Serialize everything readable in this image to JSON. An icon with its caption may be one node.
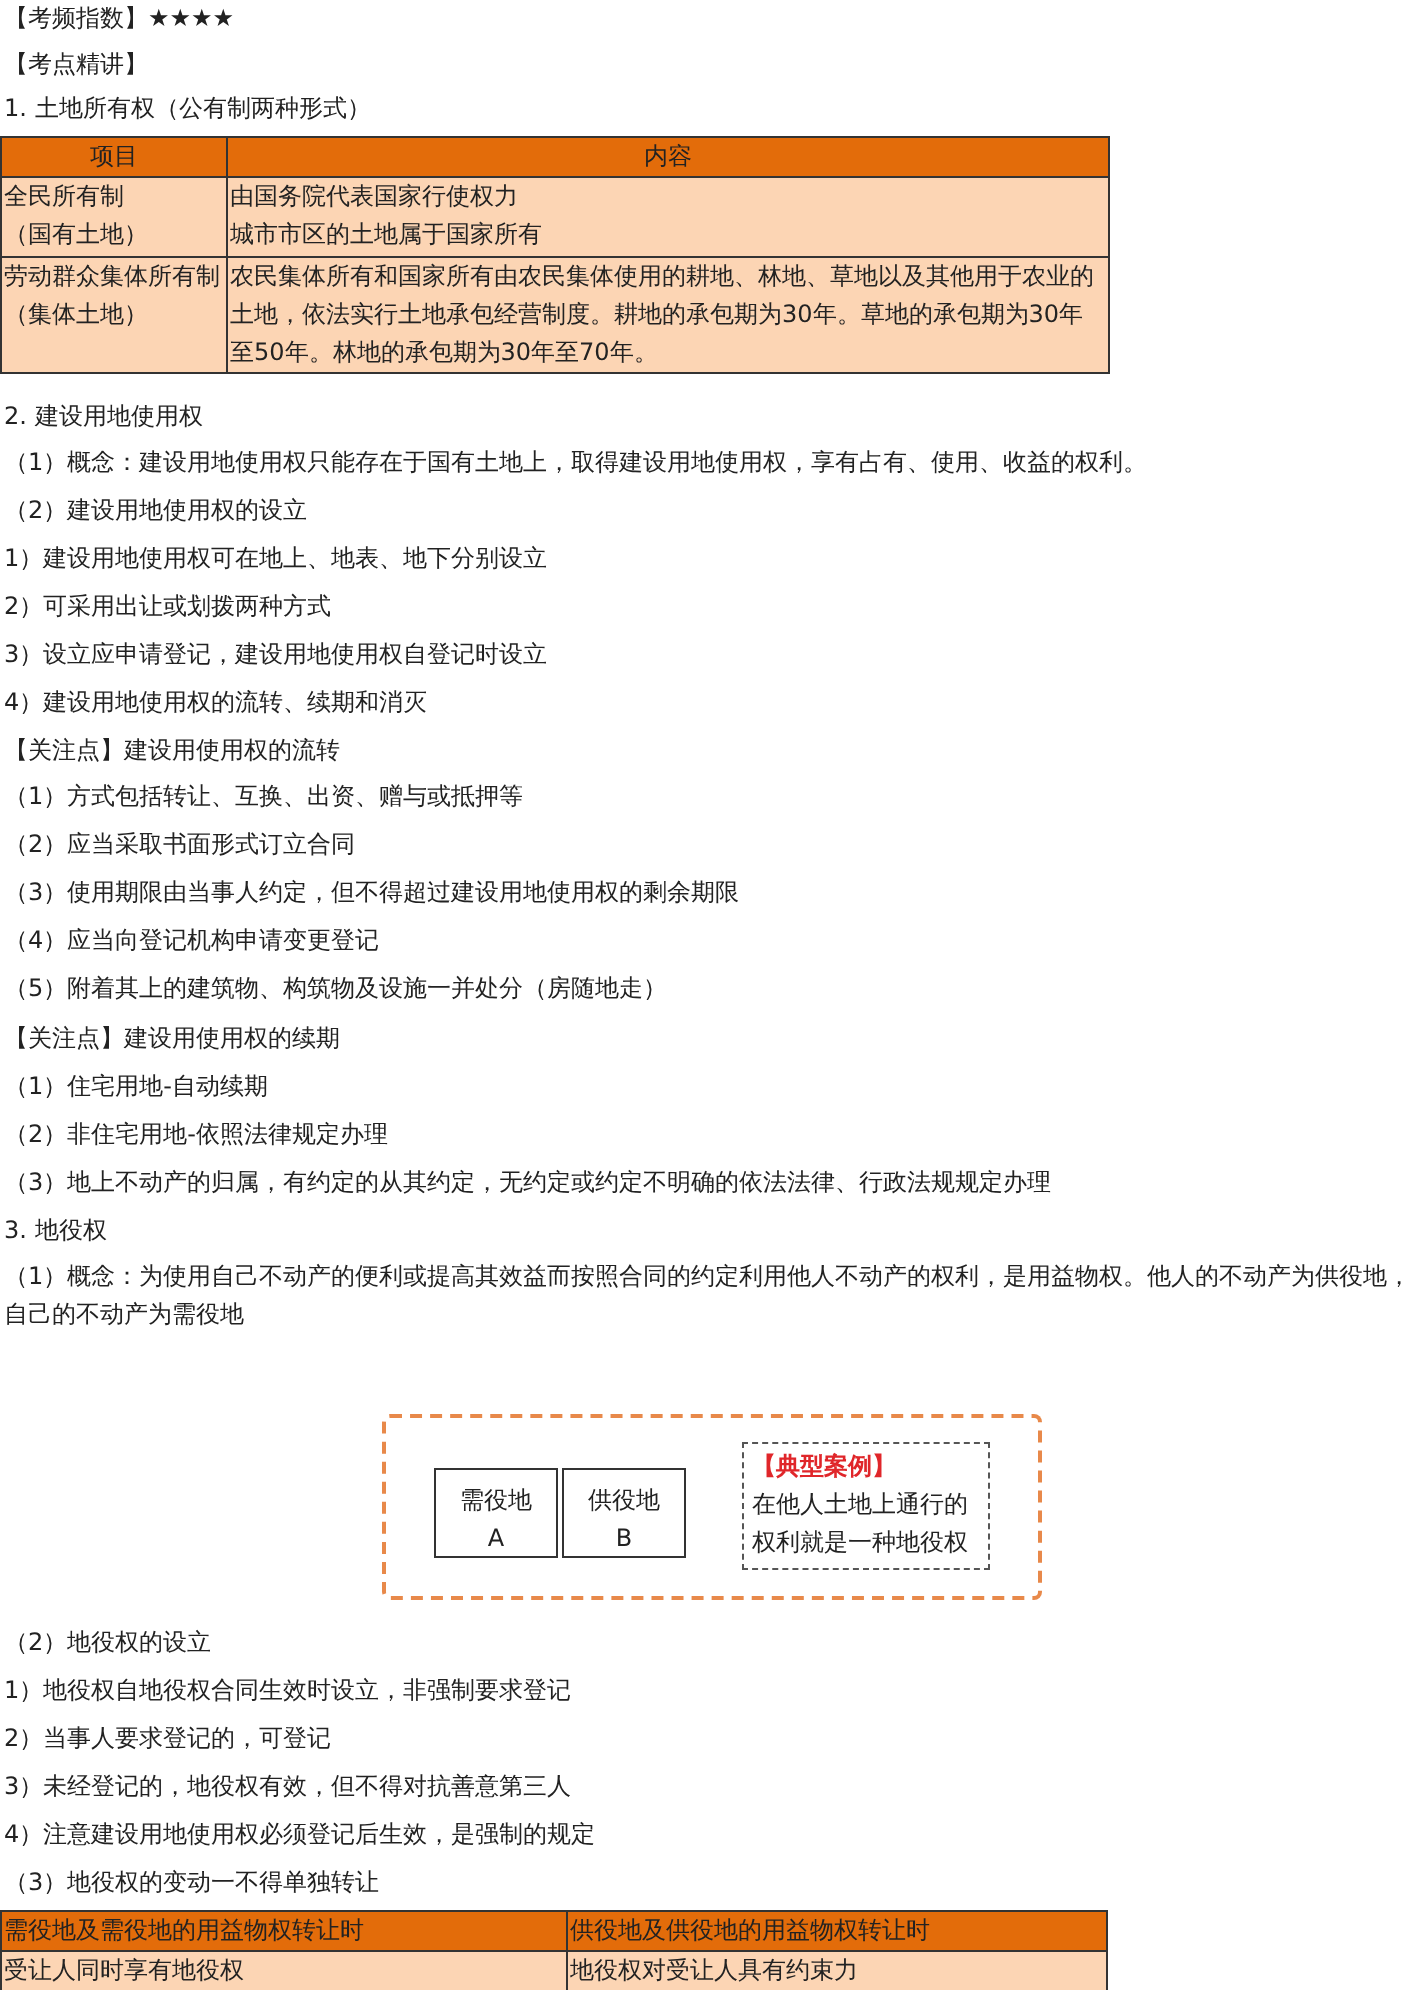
{
  "diagram": {
    "nodes": [
      {
        "text": [],
        "shape": "box"
      },
      {
        "text": [
          "需役地",
          "A"
        ],
        "in": 0
      },
      {
        "text": [
          "供役地",
          "B"
        ],
        "in": 0
      },
      {
        "text": [
          "【典型案例】",
          "在他人土地上通行的权利就是一种地役权"
        ],
        "in": 0
      }
    ],
    "labels": [
      "【考频指数】★★★★",
      "【考点精讲】",
      "1. 土地所有权（公有制两种形式）",
      "项目",
      "内容",
      "全民所有制",
      "（国有土地）",
      "由国务院代表国家行使权力",
      "城市市区的土地属于国家所有",
      "劳动群众集体所有制",
      "（集体土地）",
      "农民集体所有和国家所有由农民集体使用的耕地、林地、草地以及其他用于农业的土地，依法实行土地承包经营制度。耕地的承包期为30年。草地的承包期为30年至50年。林地的承包期为30年至70年。",
      "2. 建设用地使用权",
      "（1）概念：建设用地使用权只能存在于国有土地上，取得建设用地使用权，享有占有、使用、收益的权利。",
      "（2）建设用地使用权的设立",
      "1）建设用地使用权可在地上、地表、地下分别设立",
      "2）可采用出让或划拨两种方式",
      "3）设立应申请登记，建设用地使用权自登记时设立",
      "4）建设用地使用权的流转、续期和消灭",
      "【关注点】建设用使用权的流转",
      "（1）方式包括转让、互换、出资、赠与或抵押等",
      "（2）应当采取书面形式订立合同",
      "（3）使用期限由当事人约定，但不得超过建设用地使用权的剩余期限",
      "（4）应当向登记机构申请变更登记",
      "（5）附着其上的建筑物、构筑物及设施一并处分（房随地走）",
      "【关注点】建设用使用权的续期",
      "（1）住宅用地-自动续期",
      "（2）非住宅用地-依照法律规定办理",
      "（3）地上不动产的归属，有约定的从其约定，无约定或约定不明确的依法法律、行政法规规定办理",
      "3. 地役权",
      "（1）概念：为使用自己不动产的便利或提高其效益而按照合同的约定利用他人不动产的权利，是用益物权。他人的不动产为供役地，自己的不动产为需役地",
      "（2）地役权的设立",
      "1）地役权自地役权合同生效时设立，非强制要求登记",
      "2）当事人要求登记的，可登记",
      "3）未经登记的，地役权有效，但不得对抗善意第三人",
      "4）注意建设用地使用权必须登记后生效，是强制的规定",
      "（3）地役权的变动一不得单独转让",
      "需役地及需役地的用益物权转让时",
      "供役地及供役地的用益物权转让时",
      "受让人同时享有地役权",
      "地役权对受让人具有约束力"
    ]
  }
}
